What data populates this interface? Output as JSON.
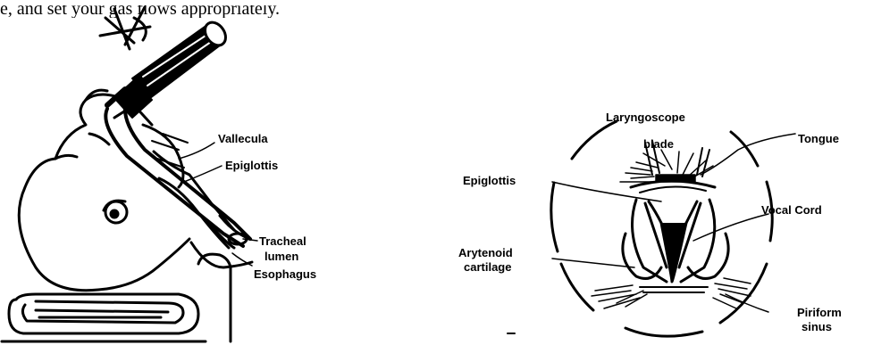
{
  "caption": "e, and set your gas flows appropriately.",
  "left_figure": {
    "labels": {
      "vallecula": "Vallecula",
      "epiglottis": "Epiglottis",
      "tracheal_lumen_1": "Tracheal",
      "tracheal_lumen_2": "lumen",
      "esophagus": "Esophagus"
    }
  },
  "right_figure": {
    "labels": {
      "laryngoscope_1": "Laryngoscope",
      "laryngoscope_2": "blade",
      "tongue": "Tongue",
      "epiglottis": "Epiglottis",
      "vocal_cord": "Vocal Cord",
      "arytenoid_1": "Arytenoid",
      "arytenoid_2": "cartilage",
      "piriform_1": "Piriform",
      "piriform_2": "sinus"
    }
  }
}
